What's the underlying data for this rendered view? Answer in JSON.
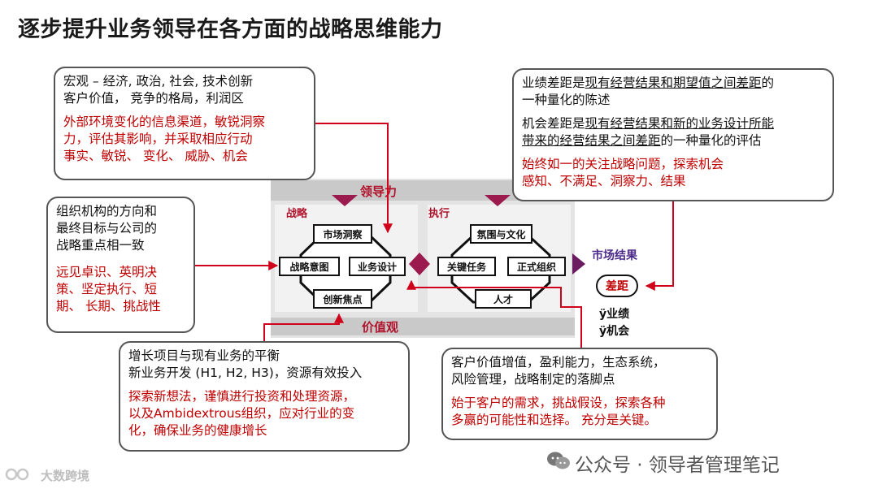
{
  "title": "逐步提升业务领导在各方面的战略思维能力",
  "framework": {
    "top_band": "领导力",
    "bottom_band": "价值观",
    "strategy_label": "战略",
    "execution_label": "执行",
    "strategy_nodes": {
      "top": "市场洞察",
      "left": "战略意图",
      "right": "业务设计",
      "bottom": "创新焦点"
    },
    "execution_nodes": {
      "top": "氛围与文化",
      "left": "关键任务",
      "right": "正式组织",
      "bottom": "人才"
    }
  },
  "market_result": {
    "label": "市场结果",
    "gap": "差距",
    "items": [
      "ÿ业绩",
      "ÿ机会"
    ]
  },
  "callouts": {
    "market": {
      "black": [
        "宏观 – 经济, 政治, 社会, 技术创新",
        "客户价值，  竞争的格局，利润区"
      ],
      "red": [
        "外部环境变化的信息渠道，敏锐洞察",
        "力，评估其影响，并采取相应行动",
        "事实、敏锐、 变化、 威胁、机会"
      ]
    },
    "intent": {
      "black": [
        "组织机构的方向和",
        "最终目标与公司的",
        "战略重点相一致"
      ],
      "red": [
        "远见卓识、英明决",
        "策、坚定执行、短",
        "期、 长期、挑战性"
      ]
    },
    "gap": {
      "p1": [
        "业绩差距是",
        "现有经营结果和期望值之间差距",
        "的",
        "一种量化的陈述"
      ],
      "p2": [
        "机会差距是",
        "现有经营结果和新的业务设计所能",
        "带来的经营结果之间差距",
        "的一种量化的评估"
      ],
      "red": [
        "始终如一的关注战略问题，探索机会",
        "感知、不满足、洞察力、结果"
      ]
    },
    "innovation": {
      "black": [
        "增长项目与现有业务的平衡",
        "新业务开发 (H1, H2, H3)，资源有效投入"
      ],
      "red": [
        "探索新想法，谨慎进行投资和处理资源，",
        "以及Ambidextrous组织，应对行业的变",
        "化，确保业务的健康增长"
      ]
    },
    "design": {
      "black": [
        "客户价值增值，盈利能力，生态系统，",
        "风险管理，战略制定的落脚点"
      ],
      "red": [
        "始于客户的需求，挑战假设，探索各种",
        "多赢的可能性和选择。 充分是关键。"
      ]
    }
  },
  "watermark": "公众号 · 领导者管理笔记",
  "logo_text": "大数跨境",
  "colors": {
    "accent_red": "#c00000",
    "brand_magenta": "#9b1b4f",
    "purple": "#4b2a8a",
    "band_gray": "#c9c9c9"
  }
}
